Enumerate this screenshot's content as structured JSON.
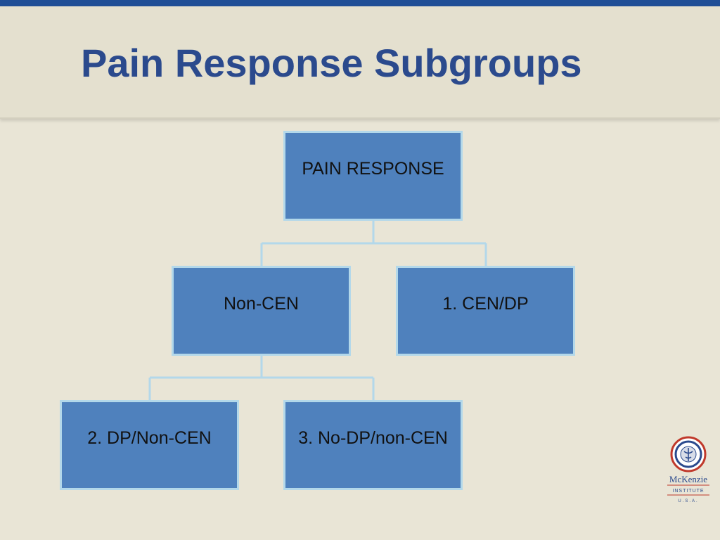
{
  "slide": {
    "title": "Pain Response Subgroups"
  },
  "diagram": {
    "root": "PAIN RESPONSE",
    "level1": [
      "Non-CEN",
      "1. CEN/DP"
    ],
    "level2": [
      "2. DP/Non-CEN",
      "3. No-DP/non-CEN"
    ]
  },
  "logo": {
    "name": "McKenzie",
    "line2": "INSTITUTE",
    "line3": "U.S.A."
  },
  "colors": {
    "accent_bar": "#1f4e96",
    "title": "#2b4a8d",
    "node_fill": "#4f81bd",
    "node_border": "#b3d8ea",
    "background": "#e9e5d6"
  }
}
